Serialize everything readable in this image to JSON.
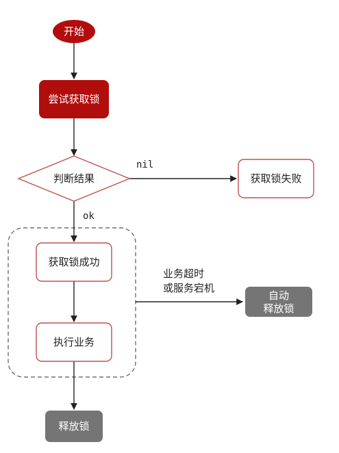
{
  "colors": {
    "dark_red": "#B10D0D",
    "outline_red": "#C0504D",
    "gray": "#757575",
    "line": "#222222",
    "dash": "#555555"
  },
  "nodes": {
    "start": "开始",
    "try_lock": "尝试获取锁",
    "judge": "判断结果",
    "fail": "获取锁失败",
    "success": "获取锁成功",
    "execute": "执行业务",
    "auto_release_1": "自动",
    "auto_release_2": "释放锁",
    "release": "释放锁"
  },
  "edges": {
    "nil": "nil",
    "ok": "ok",
    "timeout_1": "业务超时",
    "timeout_2": "或服务宕机"
  }
}
